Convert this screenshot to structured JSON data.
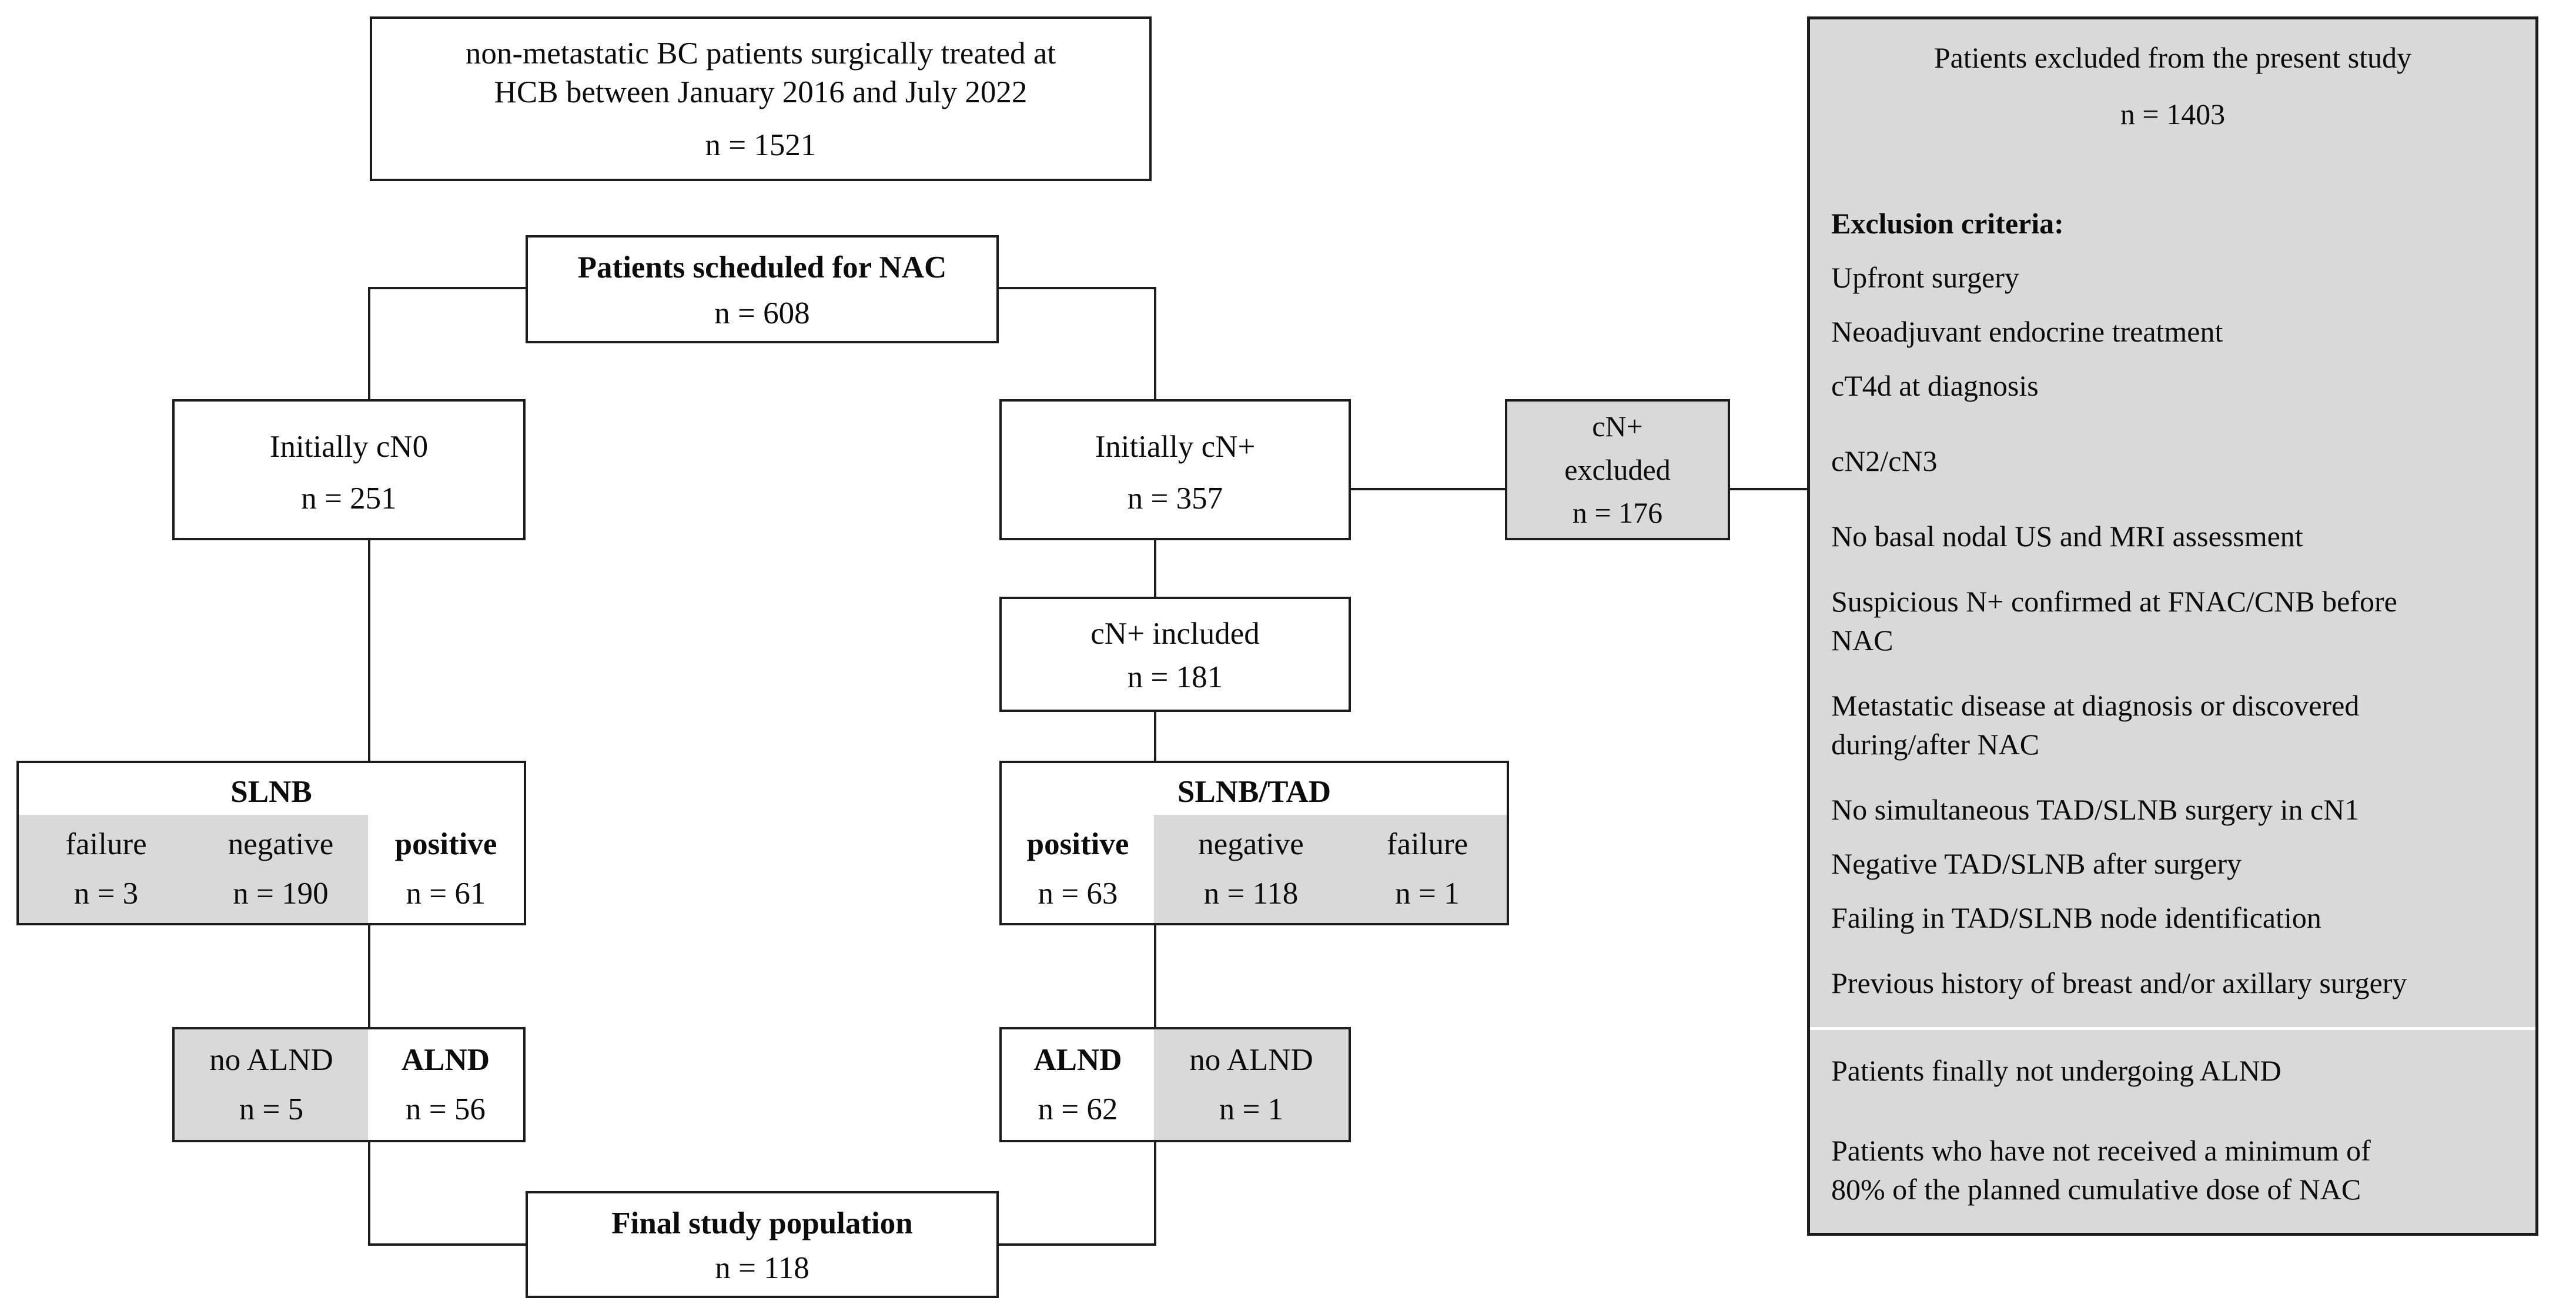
{
  "colors": {
    "gray_fill": "#d9d9d9",
    "line": "#1c1c1c",
    "background": "#ffffff"
  },
  "boxes": {
    "start": {
      "l1": "non-metastatic BC patients surgically treated at",
      "l2": "HCB between January 2016 and July 2022",
      "n": "n = 1521"
    },
    "nac": {
      "label": "Patients scheduled for NAC",
      "n": "n = 608"
    },
    "cn0": {
      "label": "Initially cN0",
      "n": "n = 251"
    },
    "cnplus": {
      "label": "Initially cN+",
      "n": "n = 357"
    },
    "excluded": {
      "l1": "cN+",
      "l2": "excluded",
      "n": "n = 176"
    },
    "included": {
      "label": "cN+ included",
      "n": "n = 181"
    },
    "slnb": {
      "title": "SLNB",
      "failure": {
        "label": "failure",
        "n": "n = 3"
      },
      "negative": {
        "label": "negative",
        "n": "n = 190"
      },
      "positive": {
        "label": "positive",
        "n": "n = 61"
      }
    },
    "slnbtad": {
      "title": "SLNB/TAD",
      "positive": {
        "label": "positive",
        "n": "n = 63"
      },
      "negative": {
        "label": "negative",
        "n": "n = 118"
      },
      "failure": {
        "label": "failure",
        "n": "n = 1"
      }
    },
    "alnd_cn0": {
      "no_alnd": {
        "label": "no ALND",
        "n": "n = 5"
      },
      "alnd": {
        "label": "ALND",
        "n": "n = 56"
      }
    },
    "alnd_cnplus": {
      "alnd": {
        "label": "ALND",
        "n": "n = 62"
      },
      "no_alnd": {
        "label": "no ALND",
        "n": "n = 1"
      }
    },
    "final": {
      "label": "Final study population",
      "n": "n = 118"
    }
  },
  "panel": {
    "title": "Patients excluded from the present study",
    "n": "n = 1403",
    "items": [
      {
        "l1": "Exclusion criteria:"
      },
      {
        "l1": "Upfront surgery"
      },
      {
        "l1": "Neoadjuvant endocrine treatment"
      },
      {
        "l1": "cT4d at diagnosis"
      },
      {
        "l1": "cN2/cN3"
      },
      {
        "l1": "No basal nodal US and MRI assessment"
      },
      {
        "l1": "Suspicious N+ confirmed at FNAC/CNB before",
        "l2": "NAC"
      },
      {
        "l1": "Metastatic disease at diagnosis or discovered",
        "l2": "during/after NAC"
      },
      {
        "l1": "No simultaneous TAD/SLNB surgery in cN1"
      },
      {
        "l1": "Negative TAD/SLNB after surgery"
      },
      {
        "l1": "Failing in TAD/SLNB node identification"
      },
      {
        "l1": "Previous history of breast and/or axillary surgery"
      },
      {
        "l1": "Patients finally not undergoing ALND"
      },
      {
        "l1": "Patients who have not received a minimum of",
        "l2": "80% of the planned cumulative dose of NAC"
      }
    ]
  }
}
